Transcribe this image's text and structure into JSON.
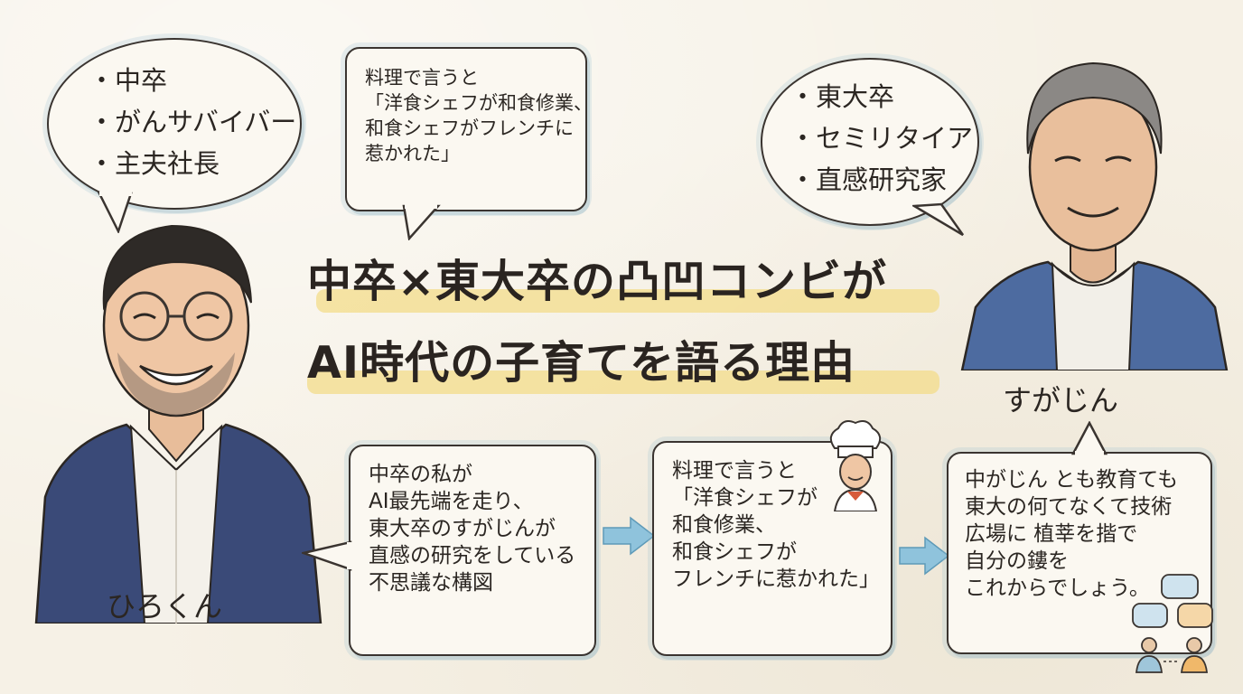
{
  "left_bubble": {
    "items": [
      "・中卒",
      "・がんサバイバー",
      "・主夫社長"
    ]
  },
  "top_speech": {
    "lines": [
      "料理で言うと",
      "「洋食シェフが和食修業、",
      "和食シェフがフレンチに",
      "惹かれた」"
    ]
  },
  "right_bubble": {
    "items": [
      "・東大卒",
      "・セミリタイア",
      "・直感研究家"
    ]
  },
  "headline": {
    "line1": "中卒×東大卒の凸凹コンビが",
    "line2": "AI時代の子育てを語る理由"
  },
  "left_person": {
    "name": "ひろくん"
  },
  "right_person": {
    "name": "すがじん"
  },
  "box1": {
    "lines": [
      "中卒の私が",
      "AI最先端を走り、",
      "東大卒のすがじんが",
      "直感の研究をしている",
      "不思議な構図"
    ]
  },
  "box2": {
    "lines": [
      "料理で言うと",
      "「洋食シェフが",
      "和食修業、",
      "和食シェフが",
      "フレンチに惹かれた」"
    ]
  },
  "box3": {
    "lines": [
      "中がじん とも教育ても",
      "東大の何てなくて技術",
      "広場に 植莘を揩で",
      "自分の鏤を",
      "これからでしょう。"
    ]
  },
  "colors": {
    "accent_yellow": "#f3dc8a",
    "arrow_blue": "#8fc3dc",
    "jacket_navy": "#3a4a78",
    "ink": "#2b2622"
  }
}
